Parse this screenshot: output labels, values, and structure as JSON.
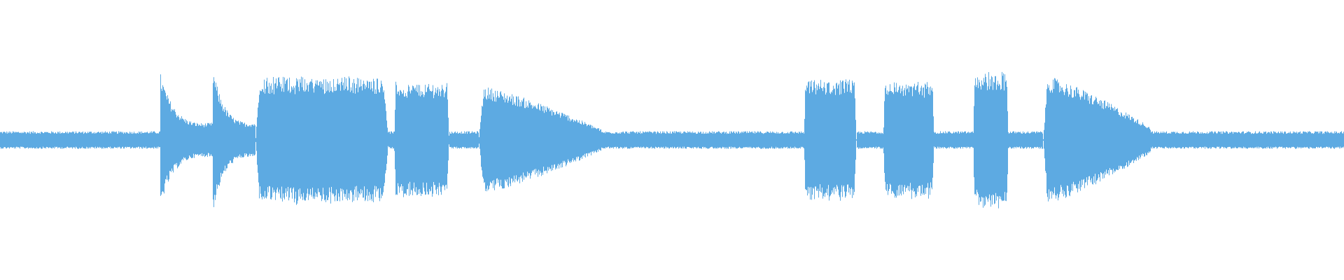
{
  "waveform": {
    "color": "#5DAAE2",
    "background": "#FFFFFF",
    "baseline_amplitude": 0.12,
    "segments": [
      {
        "start": 0.0,
        "end": 0.119,
        "shape": "flat",
        "peak": 0.12
      },
      {
        "start": 0.119,
        "end": 0.158,
        "shape": "decay",
        "peak": 0.92
      },
      {
        "start": 0.158,
        "end": 0.19,
        "shape": "decay",
        "peak": 1.0
      },
      {
        "start": 0.19,
        "end": 0.289,
        "shape": "block",
        "peak": 0.89
      },
      {
        "start": 0.289,
        "end": 0.293,
        "shape": "flat",
        "peak": 0.12
      },
      {
        "start": 0.293,
        "end": 0.334,
        "shape": "block",
        "peak": 0.8
      },
      {
        "start": 0.334,
        "end": 0.356,
        "shape": "flat",
        "peak": 0.12
      },
      {
        "start": 0.356,
        "end": 0.447,
        "shape": "fade",
        "peak": 0.74
      },
      {
        "start": 0.447,
        "end": 0.598,
        "shape": "flat",
        "peak": 0.12
      },
      {
        "start": 0.598,
        "end": 0.637,
        "shape": "block",
        "peak": 0.84
      },
      {
        "start": 0.637,
        "end": 0.657,
        "shape": "flat",
        "peak": 0.12
      },
      {
        "start": 0.657,
        "end": 0.695,
        "shape": "block",
        "peak": 0.82
      },
      {
        "start": 0.695,
        "end": 0.724,
        "shape": "flat",
        "peak": 0.12
      },
      {
        "start": 0.724,
        "end": 0.75,
        "shape": "block",
        "peak": 0.95
      },
      {
        "start": 0.75,
        "end": 0.776,
        "shape": "flat",
        "peak": 0.12
      },
      {
        "start": 0.776,
        "end": 0.856,
        "shape": "fade",
        "peak": 0.88
      },
      {
        "start": 0.856,
        "end": 1.0,
        "shape": "flat",
        "peak": 0.12
      }
    ]
  }
}
